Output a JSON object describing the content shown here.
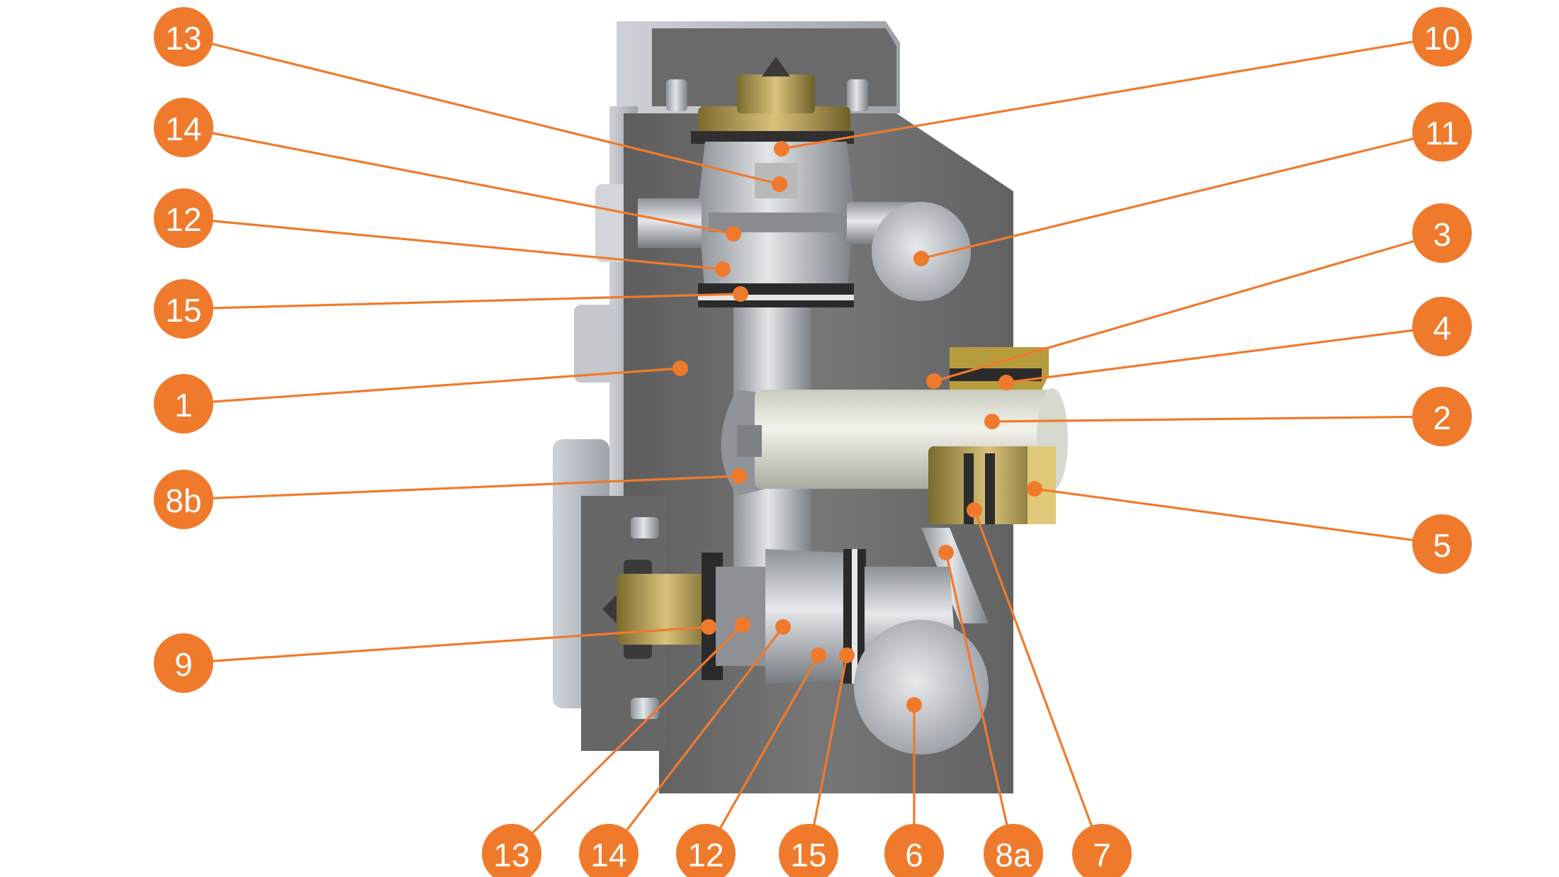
{
  "accent_color": "#f07a2c",
  "body_color": "#6d6d6d",
  "callouts": [
    {
      "label": "13"
    },
    {
      "label": "14"
    },
    {
      "label": "12"
    },
    {
      "label": "15"
    },
    {
      "label": "1"
    },
    {
      "label": "8b"
    },
    {
      "label": "9"
    },
    {
      "label": "10"
    },
    {
      "label": "11"
    },
    {
      "label": "3"
    },
    {
      "label": "4"
    },
    {
      "label": "2"
    },
    {
      "label": "5"
    },
    {
      "label": "13"
    },
    {
      "label": "14"
    },
    {
      "label": "12"
    },
    {
      "label": "15"
    },
    {
      "label": "6"
    },
    {
      "label": "8a"
    },
    {
      "label": "7"
    }
  ]
}
